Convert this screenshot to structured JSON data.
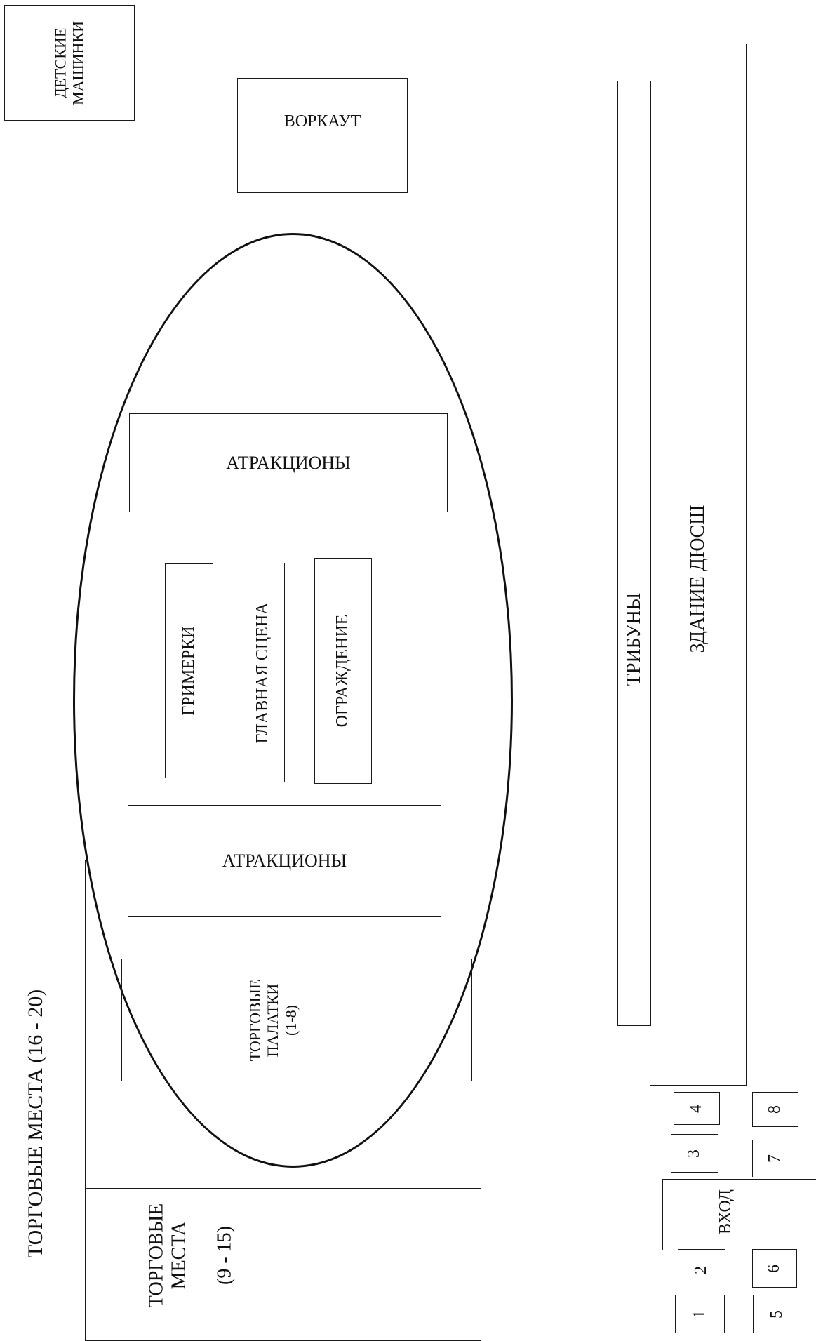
{
  "diagram": {
    "kids_cars": "ДЕТСКИЕ\nМАШИНКИ",
    "workout": "ВОРКАУТ",
    "attractions_top": "АТРАКЦИОНЫ",
    "attractions_bottom": "АТРАКЦИОНЫ",
    "dressing_rooms": "ГРИМЕРКИ",
    "main_stage": "ГЛАВНАЯ СЦЕНА",
    "fence": "ОГРАЖДЕНИЕ",
    "trade_tents": "ТОРГОВЫЕ\nПАЛАТКИ\n(1-8)",
    "tribunes": "ТРИБУНЫ",
    "building": "ЗДАНИЕ ДЮСШ",
    "trade_places_16_20": "ТОРГОВЫЕ МЕСТА  (16 - 20)",
    "trade_places_9_15": "ТОРГОВЫЕ\nМЕСТА\n\n(9 - 15)",
    "entrance": "ВХОД",
    "spots": [
      "1",
      "2",
      "3",
      "4",
      "5",
      "6",
      "7",
      "8"
    ]
  }
}
